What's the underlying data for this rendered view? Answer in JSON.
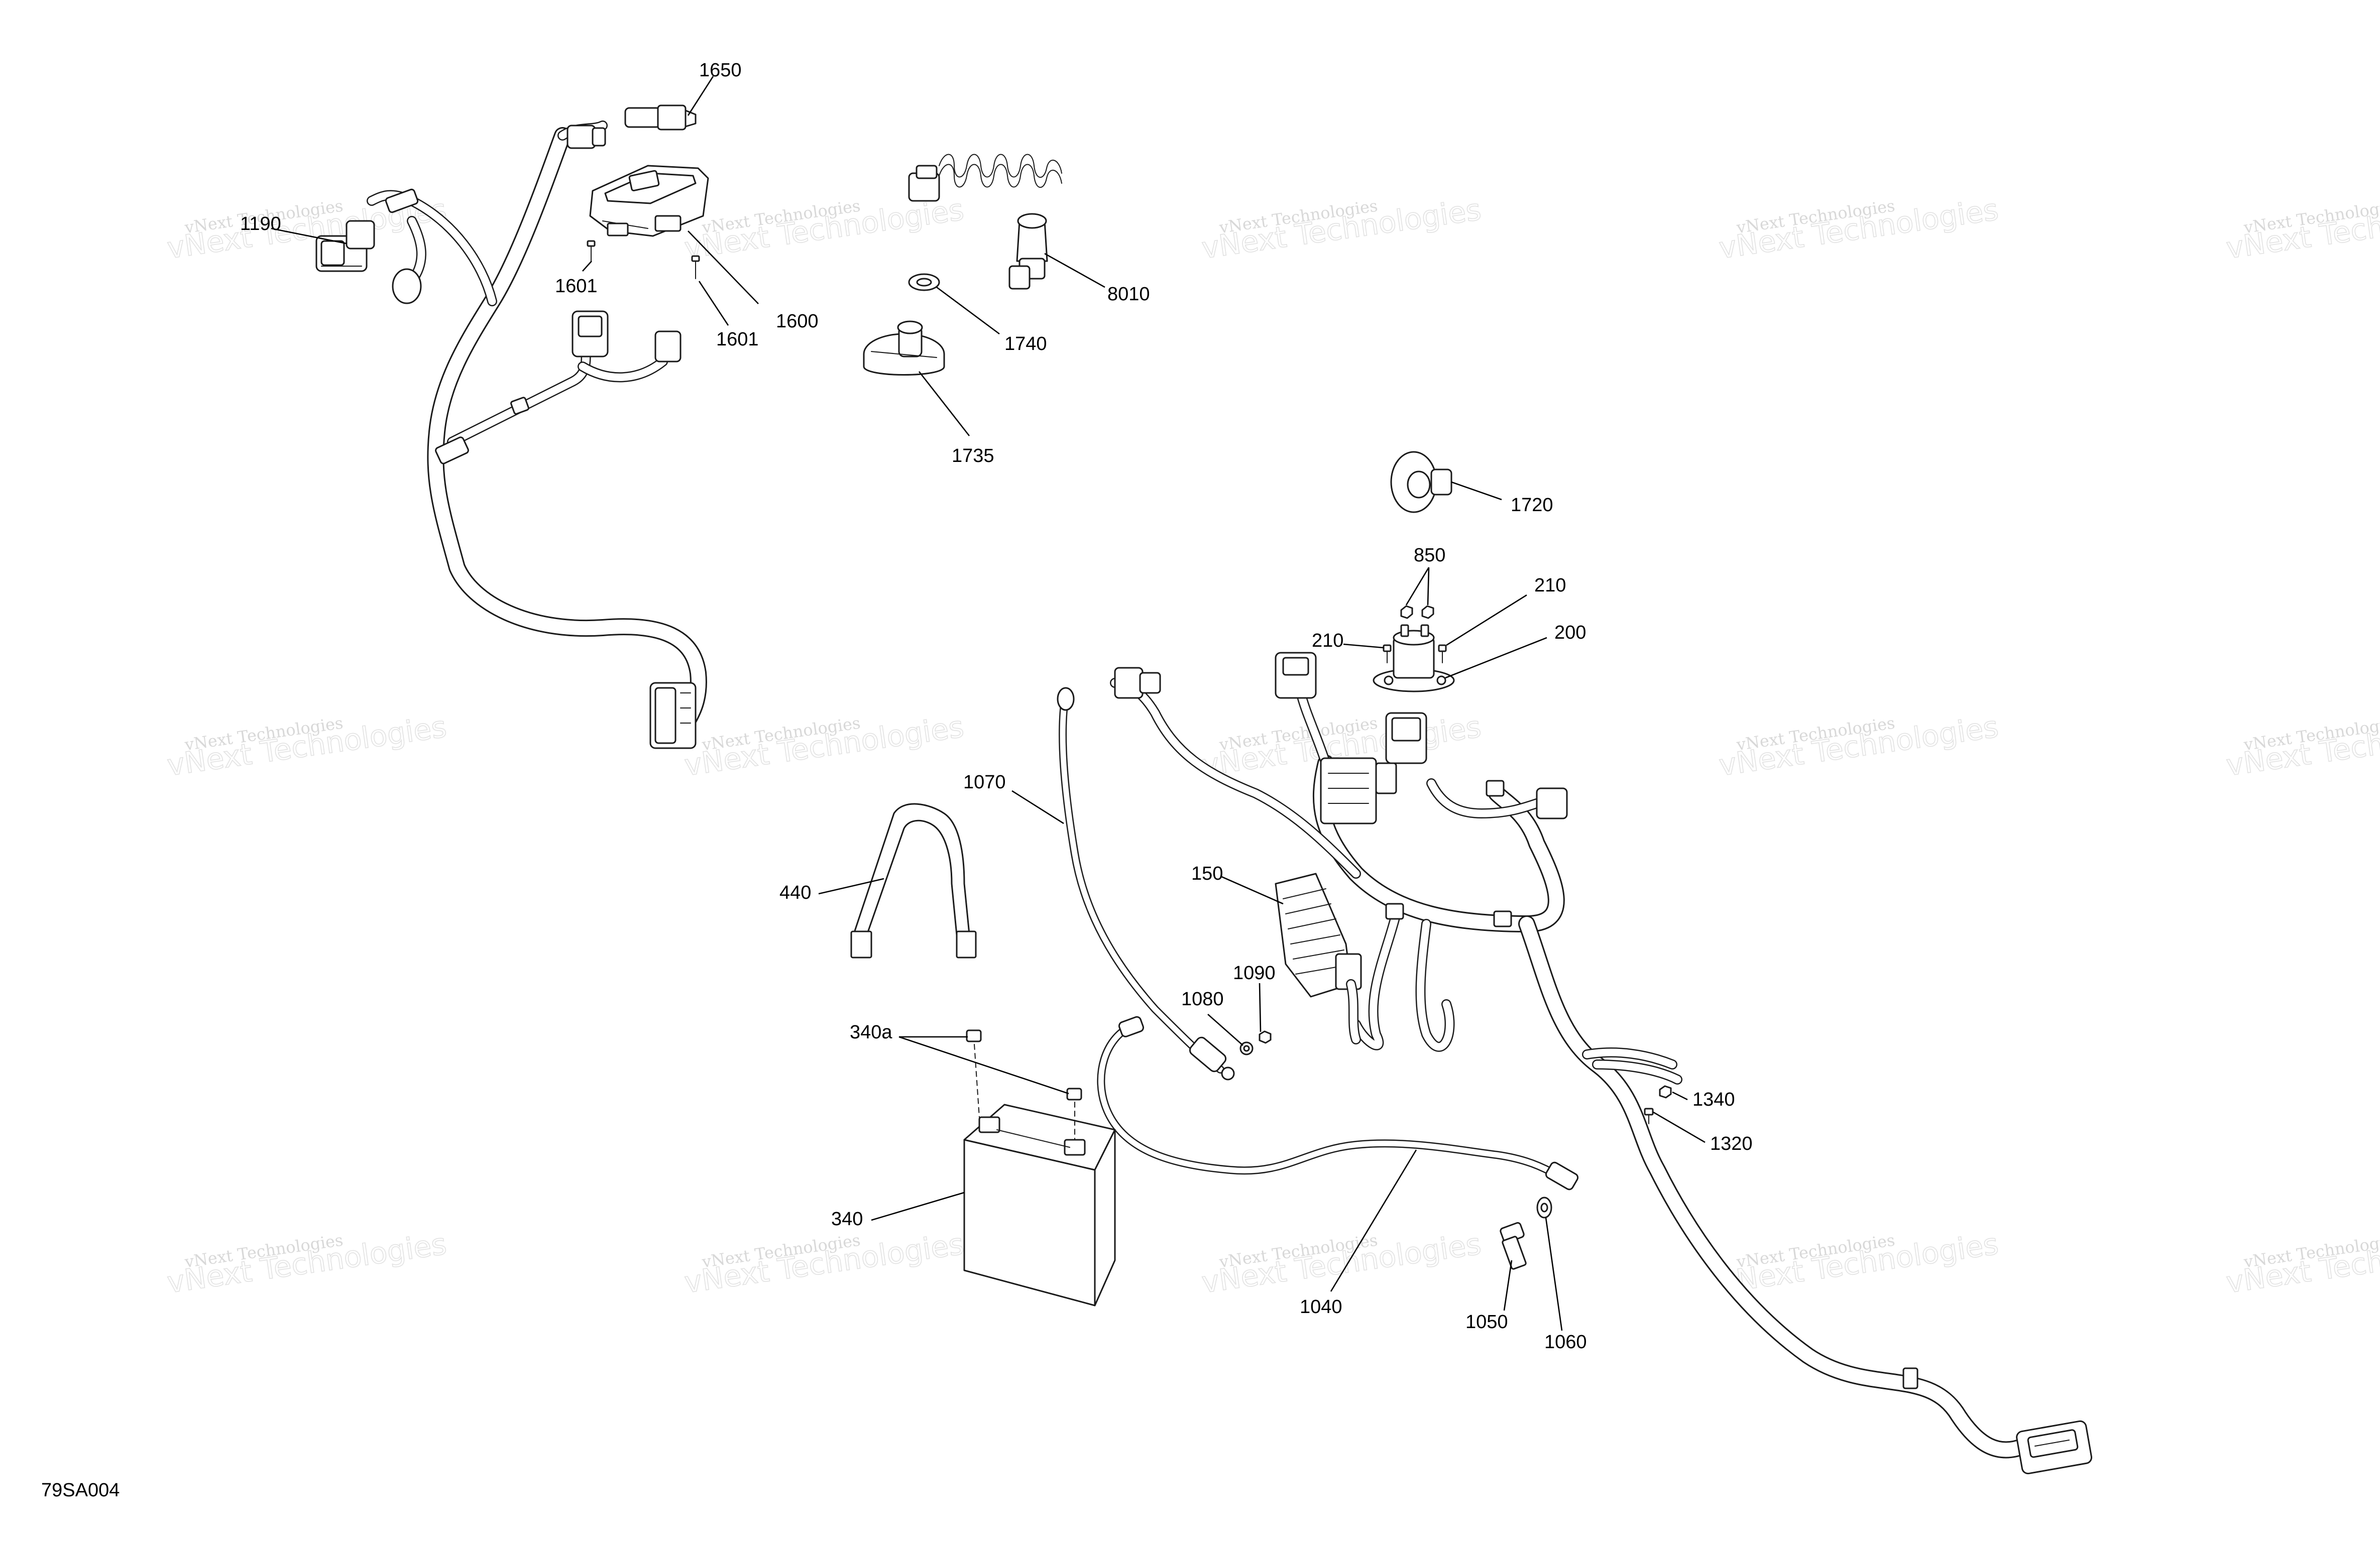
{
  "figure_code": "79SA004",
  "watermark": {
    "line1": "vNext Technologies",
    "line2": "vNext Technologies"
  },
  "callouts": {
    "p1650": "1650",
    "p1190": "1190",
    "p1601a": "1601",
    "p1601b": "1601",
    "p1600": "1600",
    "p8010": "8010",
    "p1740": "1740",
    "p1735": "1735",
    "p1720": "1720",
    "p850": "850",
    "p210a": "210",
    "p210b": "210",
    "p200": "200",
    "p1070": "1070",
    "p440": "440",
    "p150": "150",
    "p1090": "1090",
    "p1080": "1080",
    "p340a": "340a",
    "p340": "340",
    "p1340": "1340",
    "p1320": "1320",
    "p1040": "1040",
    "p1050": "1050",
    "p1060": "1060"
  }
}
